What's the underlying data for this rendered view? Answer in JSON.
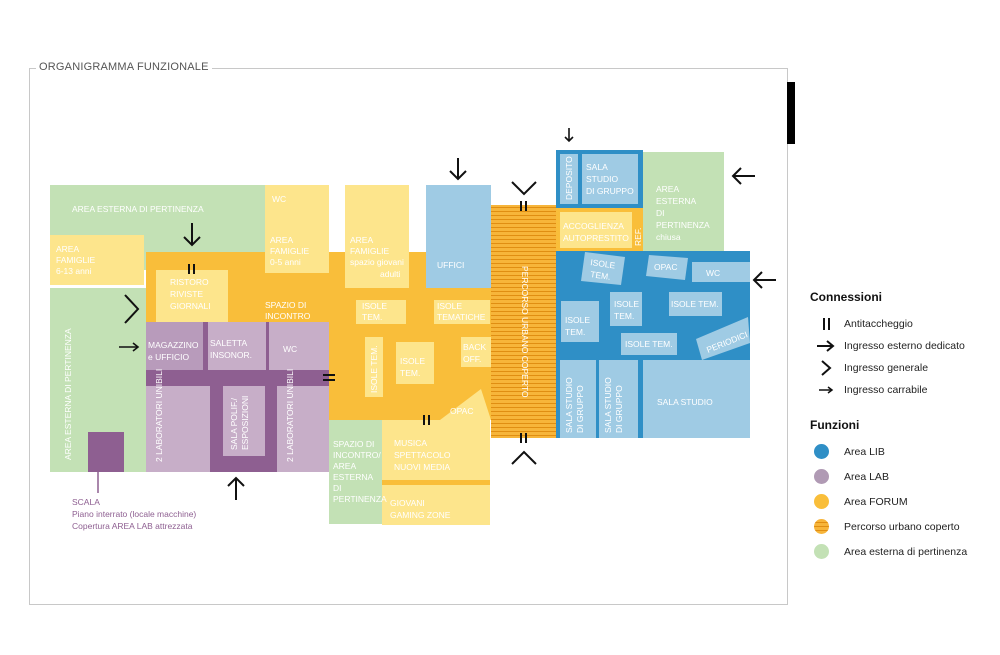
{
  "title": "ORGANIGRAMMA FUNZIONALE",
  "colors": {
    "lib": "#2f8fc6",
    "lib_light": "#9fcbe4",
    "lab": "#8e5f91",
    "lab_light": "#c7aec8",
    "forum": "#f9be3a",
    "forum_light": "#fde58c",
    "percorso": "#f5a623",
    "green": "#c3e1b5"
  },
  "rooms": {
    "area_esterna_top": "AREA ESTERNA DI PERTINENZA",
    "area_famiglie_613": [
      "AREA",
      "FAMIGLIE",
      "6-13 anni"
    ],
    "area_esterna_left": "AREA ESTERNA DI PERTINENZA",
    "ristoro": [
      "RISTORO",
      "RIVISTE",
      "GIORNALI"
    ],
    "wc1": "WC",
    "area_famiglie_05": [
      "AREA",
      "FAMIGLIE",
      "0-5 anni"
    ],
    "area_famiglie_giovani": [
      "AREA",
      "FAMIGLIE",
      "spazio giovani",
      "adulti"
    ],
    "uffici": "UFFICI",
    "spazio_incontro": [
      "SPAZIO DI",
      "INCONTRO"
    ],
    "isole_tem_a": [
      "ISOLE",
      "TEM."
    ],
    "isole_tematiche": [
      "ISOLE",
      "TEMATICHE"
    ],
    "isole_tem_vert": "ISOLE TEM.",
    "isole_tem_b": [
      "ISOLE",
      "TEM."
    ],
    "back_off": [
      "BACK",
      "OFF."
    ],
    "opac_forum": "OPAC",
    "magazzino": [
      "MAGAZZINO",
      "e UFFICIO"
    ],
    "saletta": [
      "SALETTA",
      "INSONOR."
    ],
    "wc2": "WC",
    "lab_unibili_1": "2 LABORATORI UNIBILI",
    "sala_polif": [
      "SALA POLIF./",
      "ESPOSIZIONI"
    ],
    "lab_unibili_2": "2 LABORATORI UNIBILI",
    "spazio_incontro_esterna": [
      "SPAZIO DI",
      "INCONTRO/",
      "AREA",
      "ESTERNA",
      "DI",
      "PERTINENZA"
    ],
    "musica": [
      "MUSICA",
      "SPETTACOLO",
      "NUOVI MEDIA"
    ],
    "giovani": [
      "GIOVANI",
      "GAMING ZONE"
    ],
    "percorso": "PERCORSO URBANO COPERTO",
    "deposito": "DEPOSITO",
    "sala_studio_gruppo_top": [
      "SALA",
      "STUDIO",
      "DI GRUPPO"
    ],
    "accoglienza": [
      "ACCOGLIENZA",
      "AUTOPRESTITO"
    ],
    "ref": "REF.",
    "area_esterna_chiusa": [
      "AREA",
      "ESTERNA",
      "DI",
      "PERTINENZA",
      "chiusa"
    ],
    "lib_isole_1": [
      "ISOLE",
      "TEM."
    ],
    "lib_opac": "OPAC",
    "lib_wc": "WC",
    "lib_isole_2": [
      "ISOLE",
      "TEM."
    ],
    "lib_isole_3": [
      "ISOLE",
      "TEM."
    ],
    "lib_isole_4": "ISOLE TEM.",
    "lib_isole_5": "ISOLE TEM.",
    "periodici": "PERIODICI",
    "sala_studio_gruppo_1": [
      "SALA STUDIO",
      "DI GRUPPO"
    ],
    "sala_studio_gruppo_2": [
      "SALA STUDIO",
      "DI GRUPPO"
    ],
    "sala_studio": "SALA STUDIO"
  },
  "scala_note": [
    "SCALA",
    "Piano interrato (locale macchine)",
    "Copertura AREA LAB attrezzata"
  ],
  "legend": {
    "connessioni_title": "Connessioni",
    "connessioni": [
      {
        "icon": "antitaccheggio-icon",
        "label": "Antitaccheggio"
      },
      {
        "icon": "arrow-bold-icon",
        "label": "Ingresso esterno dedicato"
      },
      {
        "icon": "chevron-icon",
        "label": "Ingresso generale"
      },
      {
        "icon": "arrow-thin-icon",
        "label": "Ingresso carrabile"
      }
    ],
    "funzioni_title": "Funzioni",
    "funzioni": [
      {
        "color": "#2f8fc6",
        "label": "Area LIB"
      },
      {
        "color": "#b09ab4",
        "label": "Area LAB"
      },
      {
        "color": "#f9be3a",
        "label": "Area FORUM"
      },
      {
        "color": "#f5a623",
        "label": "Percorso urbano coperto",
        "striped": true
      },
      {
        "color": "#c3e1b5",
        "label": "Area esterna di pertinenza"
      }
    ]
  }
}
